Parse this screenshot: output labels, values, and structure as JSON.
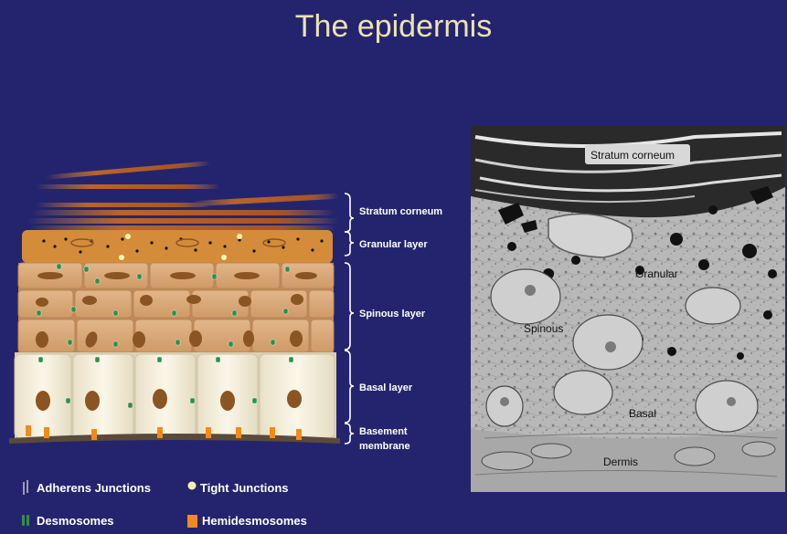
{
  "title": "The epidermis",
  "layers": {
    "stratum_corneum": "Stratum corneum",
    "granular": "Granular layer",
    "spinous": "Spinous layer",
    "basal": "Basal layer",
    "basement_line1": "Basement",
    "basement_line2": "membrane"
  },
  "micrograph_labels": {
    "stratum_corneum": "Stratum corneum",
    "granular": "Granular",
    "spinous": "Spinous",
    "basal": "Basal",
    "dermis": "Dermis"
  },
  "legend": {
    "adherens": "Adherens Junctions",
    "tight": "Tight Junctions",
    "desmosomes": "Desmosomes",
    "hemidesmosomes": "Hemidesmosomes"
  },
  "colors": {
    "background": "#24246e",
    "title": "#ece3b3",
    "cornified": "#b5652a",
    "granular": "#d48c3a",
    "spinous": "#d9a877",
    "basal": "#f4eedc",
    "nucleus": "#8a5522",
    "desmosome": "#2f8f4a",
    "hemidesmosome": "#f28a1a",
    "tight_junction": "#fff6b0"
  }
}
